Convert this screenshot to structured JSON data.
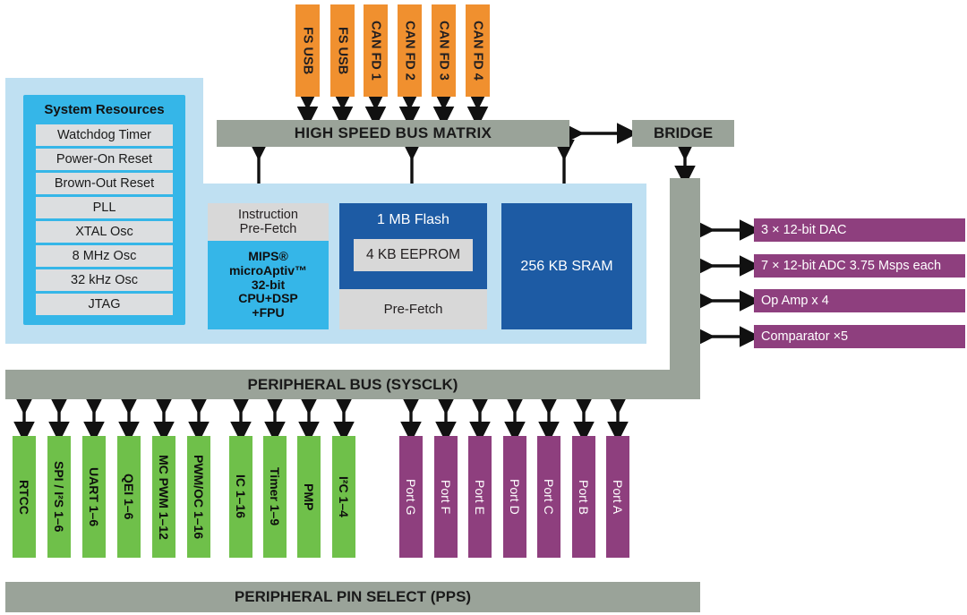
{
  "diagram": {
    "title": "PIC32 MCU block diagram",
    "colors": {
      "orange": "#F0902F",
      "gray_bus": "#9AA399",
      "gray_box": "#D8D8D8",
      "cyan": "#35B6E8",
      "panel_light_blue": "#BFE0F2",
      "navy": "#1D5BA4",
      "green": "#6FC04A",
      "purple": "#8E3F7E"
    }
  },
  "top_interfaces": [
    {
      "label": "FS USB"
    },
    {
      "label": "FS USB"
    },
    {
      "label": "CAN FD 1"
    },
    {
      "label": "CAN FD 2"
    },
    {
      "label": "CAN FD 3"
    },
    {
      "label": "CAN FD 4"
    }
  ],
  "buses": {
    "high_speed": "HIGH SPEED BUS MATRIX",
    "bridge": "BRIDGE",
    "peripheral": "PERIPHERAL BUS (SYSCLK)",
    "pps": "PERIPHERAL PIN SELECT (PPS)"
  },
  "system_resources": {
    "title": "System Resources",
    "items": [
      {
        "label": "Watchdog Timer"
      },
      {
        "label": "Power-On Reset"
      },
      {
        "label": "Brown-Out Reset"
      },
      {
        "label": "PLL"
      },
      {
        "label": "XTAL Osc"
      },
      {
        "label": "8 MHz Osc"
      },
      {
        "label": "32 kHz Osc"
      },
      {
        "label": "JTAG"
      }
    ]
  },
  "core": {
    "instruction_prefetch": "Instruction\nPre-Fetch",
    "instruction_prefetch_line1": "Instruction",
    "instruction_prefetch_line2": "Pre-Fetch",
    "cpu_line1": "MIPS®",
    "cpu_line2": "microAptiv™",
    "cpu_line3": "32-bit",
    "cpu_line4": "CPU+DSP",
    "cpu_line5": "+FPU"
  },
  "memory": {
    "flash": "1 MB Flash",
    "eeprom": "4 KB EEPROM",
    "flash_prefetch": "Pre-Fetch",
    "sram": "256 KB SRAM"
  },
  "analog": [
    {
      "label": "3 × 12-bit DAC"
    },
    {
      "label": "7 × 12-bit ADC 3.75 Msps each"
    },
    {
      "label": "Op Amp x 4"
    },
    {
      "label": "Comparator ×5"
    }
  ],
  "peripherals": [
    {
      "label": "RTCC"
    },
    {
      "label": "SPI / I²S 1–6"
    },
    {
      "label": "UART 1–6"
    },
    {
      "label": "QEI 1–6"
    },
    {
      "label": "MC PWM 1–12"
    },
    {
      "label": "PWM/OC  1–16"
    },
    {
      "label": "IC 1–16"
    },
    {
      "label": "Timer 1–9"
    },
    {
      "label": "PMP"
    },
    {
      "label": "I²C 1–4"
    }
  ],
  "ports": [
    {
      "label": "Port G"
    },
    {
      "label": "Port F"
    },
    {
      "label": "Port E"
    },
    {
      "label": "Port D"
    },
    {
      "label": "Port C"
    },
    {
      "label": "Port B"
    },
    {
      "label": "Port A"
    }
  ]
}
